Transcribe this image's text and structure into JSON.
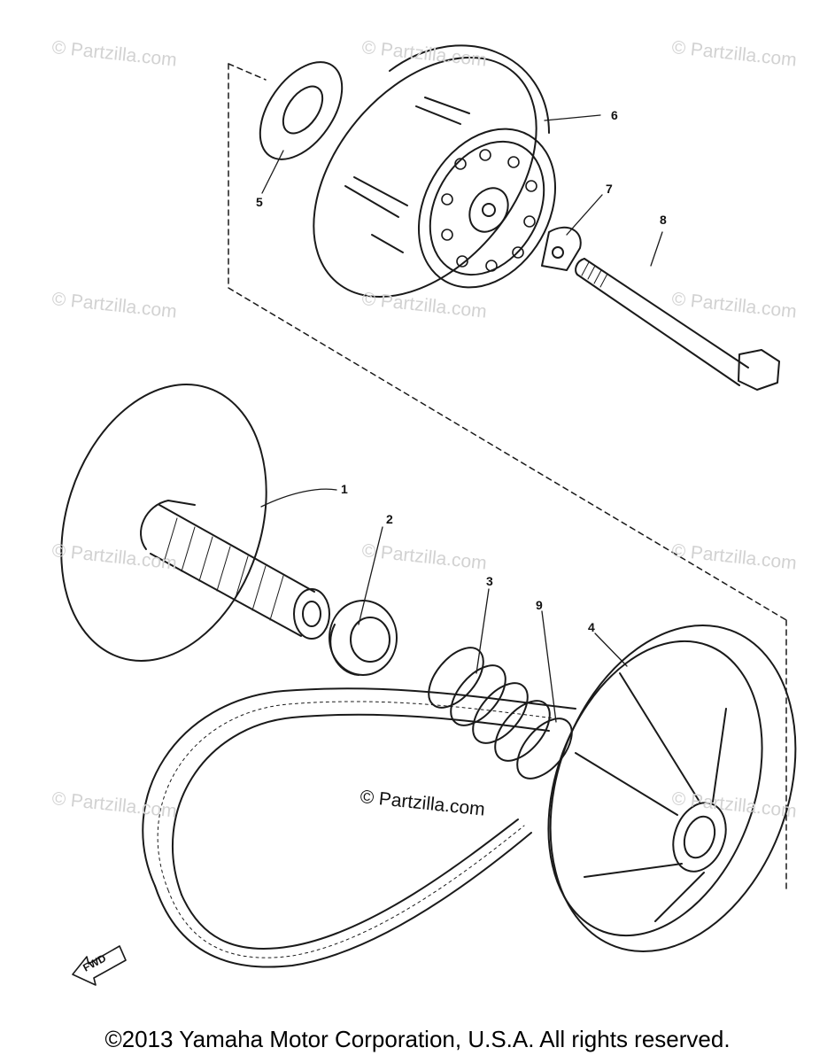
{
  "callouts": {
    "p1": "1",
    "p2": "2",
    "p3": "3",
    "p4": "4",
    "p5": "5",
    "p6": "6",
    "p7": "7",
    "p8": "8",
    "p9": "9"
  },
  "watermark": "© Partzilla.com",
  "center_watermark": "© Partzilla.com",
  "fwd_label": "FWD",
  "copyright": "©2013  Yamaha Motor Corporation, U.S.A. All rights reserved.",
  "colors": {
    "line": "#1a1a1a",
    "watermark": "#d2d2d2",
    "background": "#ffffff"
  }
}
